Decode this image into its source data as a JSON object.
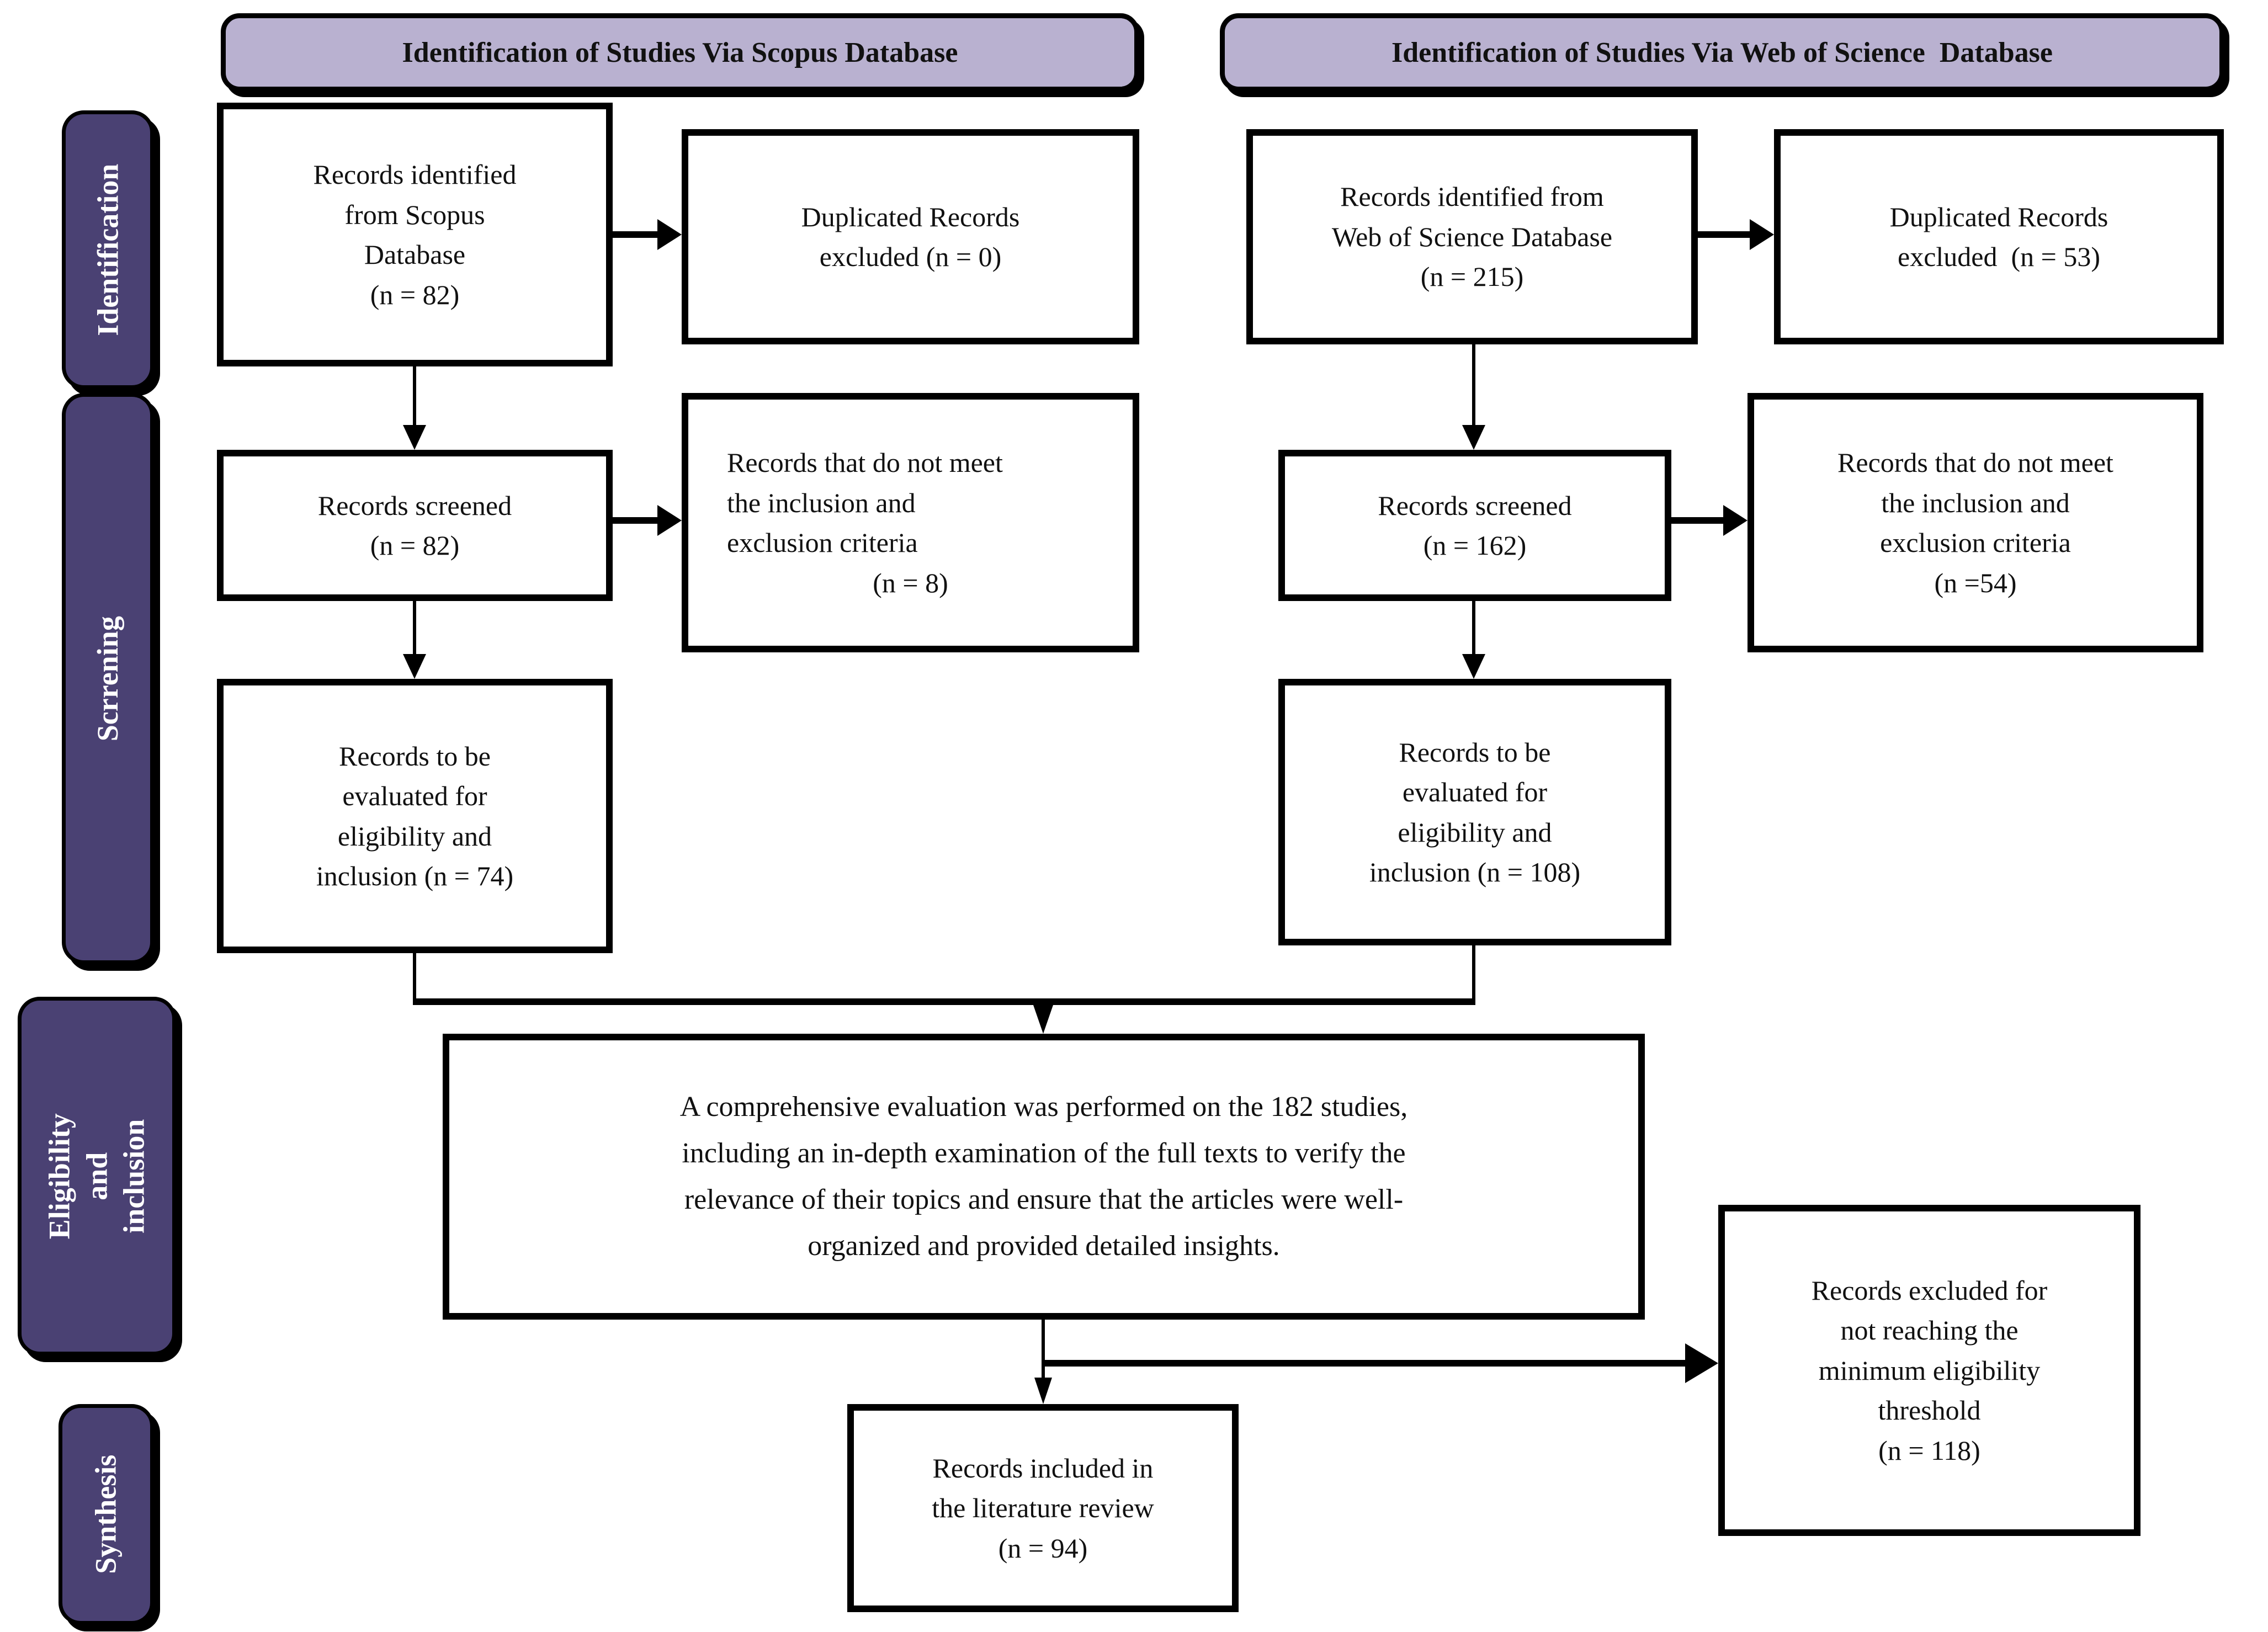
{
  "headers": {
    "scopus": "Identification of Studies Via Scopus Database",
    "wos": "Identification of Studies Via Web of Science  Database"
  },
  "sidebar": [
    {
      "label": "Identification"
    },
    {
      "label": "Scrrening"
    },
    {
      "label": "Eligibility and\ninclusion"
    },
    {
      "label": "Synthesis"
    }
  ],
  "scopus_column": {
    "identified": "Records identified\nfrom Scopus\nDatabase\n(n = 82)",
    "duplicates_excluded": "Duplicated Records\nexcluded (n = 0)",
    "screened": "Records screened\n(n = 82)",
    "not_meeting_criteria_body": "Records that do not meet\nthe inclusion and\nexclusion criteria",
    "not_meeting_criteria_n": "(n = 8)",
    "to_be_evaluated": "Records to be\nevaluated for\neligibility and\ninclusion (n = 74)"
  },
  "wos_column": {
    "identified": "Records identified from\nWeb of Science Database\n(n = 215)",
    "duplicates_excluded": "Duplicated Records\nexcluded  (n = 53)",
    "screened": "Records screened\n(n = 162)",
    "not_meeting_criteria": "Records that do not meet\nthe inclusion and\nexclusion criteria\n(n =54)",
    "to_be_evaluated": "Records to be\nevaluated for\neligibility and\ninclusion (n = 108)"
  },
  "synthesis_section": {
    "comprehensive_evaluation": "A comprehensive evaluation was performed on the 182 studies,\nincluding an in-depth examination of the full texts to verify the\nrelevance of their topics and ensure that the articles were well-\norganized and provided detailed insights.",
    "included": "Records included in\nthe literature review\n(n = 94)",
    "excluded": "Records excluded for\nnot reaching the\nminimum eligibility\nthreshold\n(n = 118)"
  },
  "colors": {
    "header_fill": "#b9b1d0",
    "sidebar_fill": "#4a4173",
    "line": "#000000",
    "text": "#111111"
  }
}
